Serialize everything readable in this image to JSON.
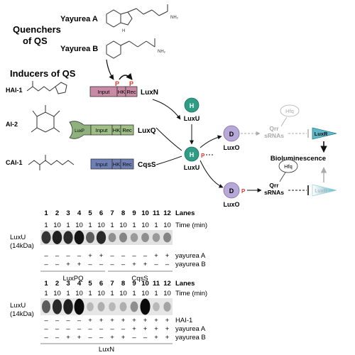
{
  "headers": {
    "quenchers": [
      "Quenchers",
      "of QS"
    ],
    "inducers": "Inducers of QS"
  },
  "quenchers": {
    "a": "Yayurea A",
    "b": "Yayurea B",
    "a_group": "NH₂",
    "b_group": "NH₂"
  },
  "inducers": {
    "hai1": "HAI-1",
    "ai2": "AI-2",
    "cai1": "CAI-1"
  },
  "receptors": {
    "input": "Input",
    "hk": "HK",
    "rec": "Rec",
    "luxp": "LuxP",
    "luxn": "LuxN",
    "luxq": "LuxQ",
    "cqss": "CqsS",
    "phospho": "P"
  },
  "pathway": {
    "h": "H",
    "d": "D",
    "p": "P",
    "luxu": "LuxU",
    "luxo": "LuxO",
    "hfq": "Hfq",
    "qrr_line1": "Qrr",
    "qrr_line2": "sRNAs",
    "luxr": "LuxR",
    "bioluminescence": "Bioluminescence"
  },
  "blot1": {
    "lanes": [
      "1",
      "2",
      "3",
      "4",
      "5",
      "6",
      "7",
      "8",
      "9",
      "10",
      "11",
      "12"
    ],
    "times": [
      "1",
      "10",
      "1",
      "10",
      "1",
      "10",
      "1",
      "10",
      "1",
      "10",
      "1",
      "10"
    ],
    "lanes_label": "Lanes",
    "time_label": "Time (min)",
    "protein": "LuxU",
    "size": "(14kDa)",
    "row_a": [
      "–",
      "–",
      "–",
      "–",
      "+",
      "+",
      "–",
      "–",
      "–",
      "–",
      "+",
      "+"
    ],
    "row_b": [
      "–",
      "–",
      "+",
      "+",
      "–",
      "–",
      "–",
      "–",
      "+",
      "+",
      "–",
      "–"
    ],
    "row_a_label": "yayurea A",
    "row_b_label": "yayurea B",
    "group1": "LuxPQ",
    "group2": "CqsS",
    "band_intensity": [
      0.8,
      0.9,
      0.85,
      0.95,
      0.6,
      0.85,
      0.35,
      0.4,
      0.3,
      0.35,
      0.3,
      0.4
    ]
  },
  "blot2": {
    "lanes": [
      "1",
      "2",
      "3",
      "4",
      "5",
      "6",
      "7",
      "8",
      "9",
      "10",
      "11",
      "12"
    ],
    "times": [
      "1",
      "10",
      "1",
      "10",
      "1",
      "10",
      "1",
      "10",
      "1",
      "10",
      "1",
      "10"
    ],
    "lanes_label": "Lanes",
    "time_label": "Time (min)",
    "protein": "LuxU",
    "size": "(14kDa)",
    "row_hai": [
      "–",
      "–",
      "–",
      "–",
      "+",
      "+",
      "+",
      "+",
      "+",
      "+",
      "+",
      "+"
    ],
    "row_a": [
      "–",
      "–",
      "–",
      "–",
      "–",
      "–",
      "–",
      "–",
      "+",
      "+",
      "+",
      "+"
    ],
    "row_b": [
      "–",
      "–",
      "+",
      "+",
      "–",
      "–",
      "+",
      "+",
      "–",
      "–",
      "+",
      "+"
    ],
    "row_hai_label": "HAI-1",
    "row_a_label": "yayurea A",
    "row_b_label": "yayurea B",
    "group": "LuxN",
    "band_intensity": [
      0.6,
      0.85,
      0.9,
      1.0,
      0.15,
      0.2,
      0.15,
      0.2,
      0.35,
      1.0,
      0.15,
      0.25
    ]
  },
  "colors": {
    "luxn": "#c98aa6",
    "luxq": "#9fbf86",
    "luxp": "#8fb27c",
    "cqss": "#6e7fb5",
    "luxu": "#2f9c85",
    "luxo": "#b7a8d8",
    "luxr": "#5fb8c8",
    "phospho": "#e0362c"
  }
}
